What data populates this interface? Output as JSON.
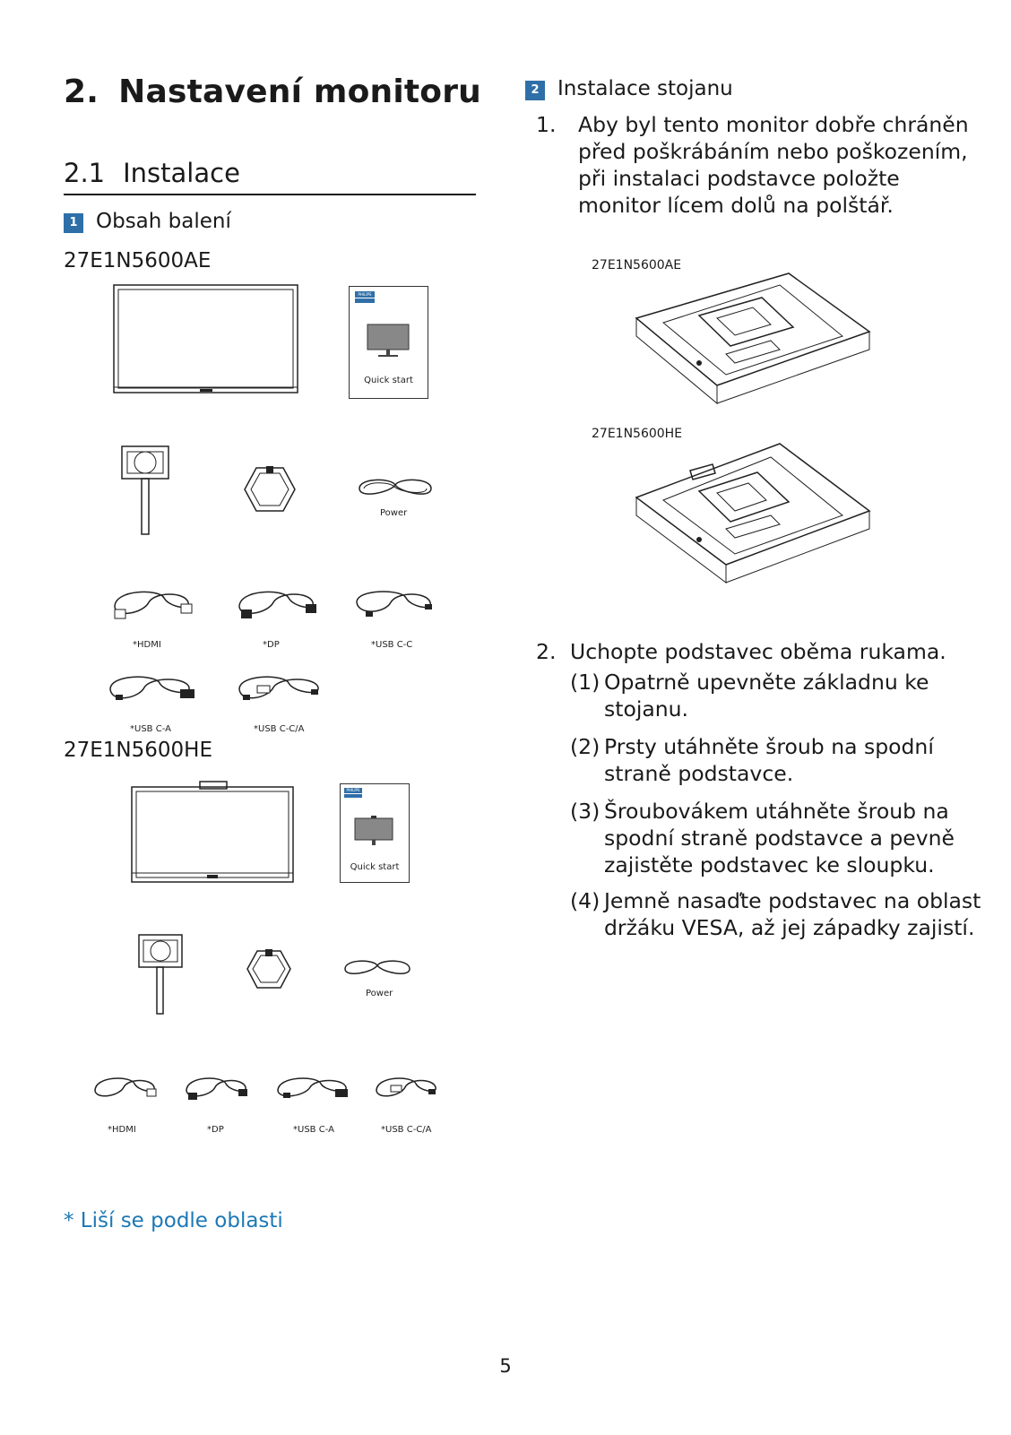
{
  "heading": {
    "number": "2.",
    "title": "Nastavení monitoru"
  },
  "section": {
    "number": "2.1",
    "title": "Instalace"
  },
  "left": {
    "badge": "1",
    "subheading": "Obsah balení",
    "model_ae": "27E1N5600AE",
    "model_he": "27E1N5600HE",
    "quick_start": "Quick start",
    "power": "Power",
    "brand": "PHILIPS",
    "cables_ae_row1": [
      "*HDMI",
      "*DP",
      "*USB C-C"
    ],
    "cables_ae_row2": [
      "*USB C-A",
      "*USB C-C/A"
    ],
    "cables_he": [
      "*HDMI",
      "*DP",
      "*USB C-A",
      "*USB C-C/A"
    ],
    "footnote": "* Liší se podle oblasti"
  },
  "right": {
    "badge": "2",
    "subheading": "Instalace stojanu",
    "step1_num": "1.",
    "step1_text": "Aby byl tento monitor dobře chráněn před poškrábáním nebo poškozením, při instalaci podstavce položte monitor lícem dolů na polštář.",
    "model_ae": "27E1N5600AE",
    "model_he": "27E1N5600HE",
    "step2_num": "2.",
    "step2_text": "Uchopte podstavec oběma rukama.",
    "substeps": [
      {
        "num": "(1)",
        "text": "Opatrně upevněte základnu ke stojanu."
      },
      {
        "num": "(2)",
        "text": "Prsty utáhněte šroub na spodní straně podstavce."
      },
      {
        "num": "(3)",
        "text": "Šroubovákem utáhněte šroub na spodní straně podstavce a pevně zajistěte podstavec ke sloupku."
      },
      {
        "num": "(4)",
        "text": "Jemně nasaďte podstavec na oblast držáku VESA, až jej západky zajistí."
      }
    ]
  },
  "page_number": "5",
  "colors": {
    "badge": "#2f6fa8",
    "footnote": "#1d78b5"
  }
}
